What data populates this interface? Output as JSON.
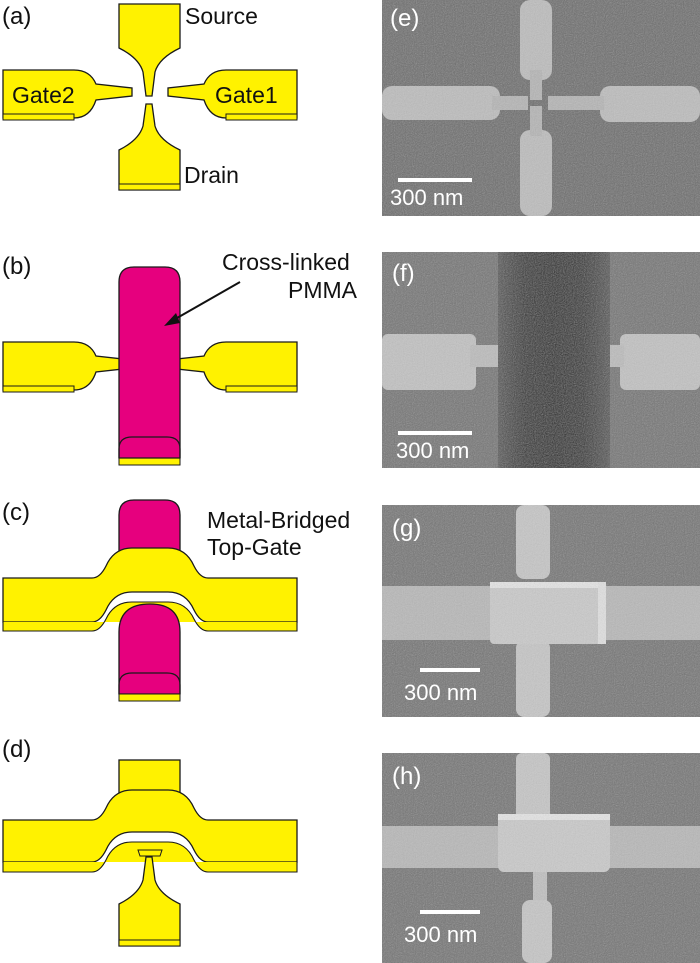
{
  "panels": {
    "a": {
      "label": "(a)",
      "source": "Source",
      "drain": "Drain",
      "gate1": "Gate1",
      "gate2": "Gate2"
    },
    "b": {
      "label": "(b)",
      "pmma_line1": "Cross-linked",
      "pmma_line2": "PMMA"
    },
    "c": {
      "label": "(c)",
      "mbtg_line1": "Metal-Bridged",
      "mbtg_line2": "Top-Gate"
    },
    "d": {
      "label": "(d)"
    },
    "e": {
      "label": "(e)",
      "scale": "300 nm"
    },
    "f": {
      "label": "(f)",
      "scale": "300 nm"
    },
    "g": {
      "label": "(g)",
      "scale": "300 nm"
    },
    "h": {
      "label": "(h)",
      "scale": "300 nm"
    }
  },
  "colors": {
    "metal": "#fff200",
    "pmma": "#e6007e",
    "outline": "#1a1a1a",
    "sem_background": "#6f6f6f",
    "sem_feature": "#cfcfcf"
  }
}
